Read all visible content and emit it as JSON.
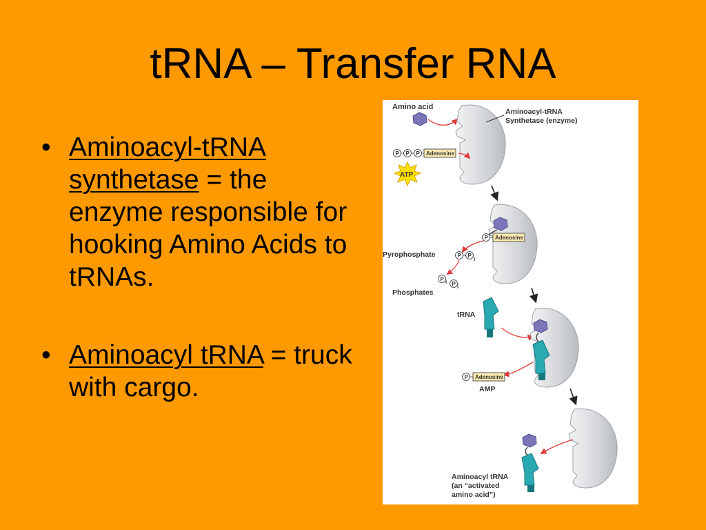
{
  "slide": {
    "title": "tRNA – Transfer RNA"
  },
  "bullets": [
    {
      "term": "Aminoacyl-tRNA synthetase",
      "rest": " = the enzyme responsible for hooking Amino Acids to tRNAs."
    },
    {
      "term": "Aminoacyl tRNA",
      "rest": " = truck with cargo."
    }
  ],
  "figure": {
    "amino_acid": "Amino acid",
    "enzyme_line1": "Aminoacyl-tRNA",
    "enzyme_line2": "Synthetase (enzyme)",
    "phosphate": "P",
    "adenosine": "Adenosine",
    "atp": "ATP",
    "pyrophosphate": "Pyrophosphate",
    "pi_sub": "i",
    "phosphates": "Phosphates",
    "trna": "tRNA",
    "amp": "AMP",
    "product_line1": "Aminoacyl tRNA",
    "product_line2": "(an “activated",
    "product_line3": "amino acid”)"
  },
  "colors": {
    "background": "#ff9900",
    "enzyme": "#d3d6d9",
    "trna": "#2aa9b3",
    "amino_acid": "#7a76b8",
    "arrow": "#e03a3a",
    "atp_burst": "#ffe000"
  }
}
